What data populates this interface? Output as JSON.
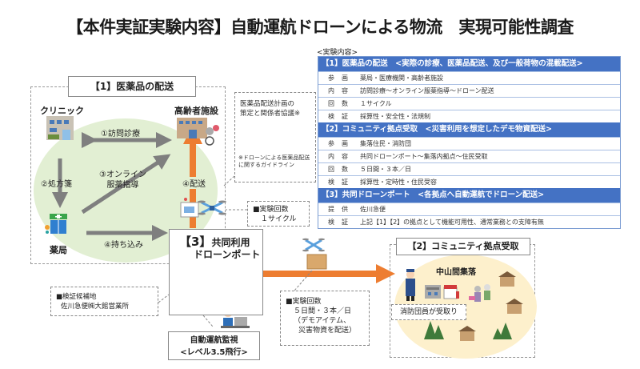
{
  "title": "【本件実証実験内容】自動運航ドローンによる物流　実現可能性調査",
  "table": {
    "caption": "<実験内容>",
    "sections": [
      {
        "header": "【1】医薬品の配送　<実際の診療、医薬品配送、及び一般荷物の混載配送>",
        "rows": [
          {
            "key": "参画",
            "value": "薬局・医療機関・高齢者施設"
          },
          {
            "key": "内容",
            "value": "訪問診療〜オンライン服薬指導〜ドローン配送"
          },
          {
            "key": "回数",
            "value": "１サイクル"
          },
          {
            "key": "検証",
            "value": "採算性・安全性・法規制"
          }
        ]
      },
      {
        "header": "【2】コミュニティ拠点受取　<災害利用を想定したデモ物資配送>",
        "rows": [
          {
            "key": "参画",
            "value": "集落住民・消防団"
          },
          {
            "key": "内容",
            "value": "共同ドローンポート〜集落内拠点〜住民受取"
          },
          {
            "key": "回数",
            "value": "５日間・３本／日"
          },
          {
            "key": "検証",
            "value": "採算性・定時性・住民受容"
          }
        ]
      },
      {
        "header": "【3】共同ドローンポート　<各拠点へ自動運航でドローン配送>",
        "rows": [
          {
            "key": "提供",
            "value": "佐川急便"
          },
          {
            "key": "検証",
            "value": "上記【1】【2】の拠点として機能可用性、通常業務との支障有無"
          }
        ]
      }
    ]
  },
  "section1": {
    "title": "【1】医薬品の配送",
    "clinic": "クリニック",
    "elderly_facility": "高齢者施設",
    "pharmacy": "薬局",
    "step1": "①訪問診療",
    "step2": "②処方箋",
    "step3_line1": "③オンライン",
    "step3_line2": "服薬指導",
    "step4_delivery": "④配送",
    "step4_bring": "④持ち込み",
    "note_plan_line1": "医薬品配送計画の",
    "note_plan_line2": "策定と関係者協議※",
    "note_guideline": "※ドローンによる医薬品配送に関するガイドライン",
    "note_count_line1": "■実験回数",
    "note_count_line2": "１サイクル"
  },
  "port": {
    "title_prefix": "【3】",
    "title_line1": "共同利用",
    "title_line2": "ドローンポート",
    "candidate_line1": "■検証候補地",
    "candidate_line2": "佐川急便㈱大館営業所",
    "monitor_line1": "自動運航監視",
    "monitor_line2": "<レベル3.5飛行>"
  },
  "route2_note": {
    "line1": "■実験回数",
    "line2": "５日間・３本／日",
    "line3": "（デモアイテム、",
    "line4": "災害物資を配送）"
  },
  "section2": {
    "title": "【2】コミュニティ拠点受取",
    "village": "中山間集落",
    "receive": "消防団員が受取り"
  },
  "colors": {
    "table_header": "#4472c4",
    "arrow_orange": "#ed7d31",
    "arrow_gray": "#7f7f7f",
    "green_area": "#e2efd3",
    "yellow_area": "#fdf0cc"
  }
}
